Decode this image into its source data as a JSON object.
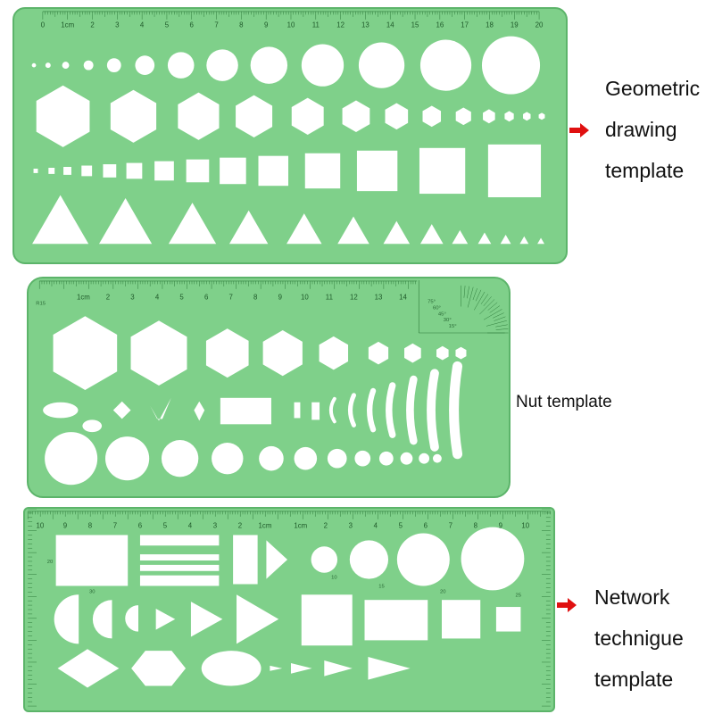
{
  "captions": {
    "geometric": [
      "Geometric",
      "drawing",
      "template"
    ],
    "nut": "Nut template",
    "network": [
      "Network",
      "technigue",
      "template"
    ]
  },
  "colors": {
    "template_green": "#7fd08a",
    "arrow_red": "#e01010",
    "background": "#ffffff"
  },
  "rulers": {
    "geometric_labels": [
      "0",
      "1cm",
      "2",
      "3",
      "4",
      "5",
      "6",
      "7",
      "8",
      "9",
      "10",
      "11",
      "12",
      "13",
      "14",
      "15",
      "16",
      "17",
      "18",
      "19",
      "20"
    ],
    "nut_labels": [
      "1cm",
      "2",
      "3",
      "4",
      "5",
      "6",
      "7",
      "8",
      "9",
      "10",
      "11",
      "12",
      "13",
      "14"
    ],
    "network_labels": [
      "10",
      "9",
      "8",
      "7",
      "6",
      "5",
      "4",
      "3",
      "2",
      "1cm",
      "1cm",
      "2",
      "3",
      "4",
      "5",
      "6",
      "7",
      "8",
      "9",
      "10"
    ]
  },
  "labels": {
    "nut_corner": "R15",
    "protractor": [
      "75°",
      "60°",
      "45°",
      "30°",
      "15°"
    ],
    "network_marks": [
      "20",
      "30",
      "10",
      "15",
      "20",
      "25"
    ]
  }
}
